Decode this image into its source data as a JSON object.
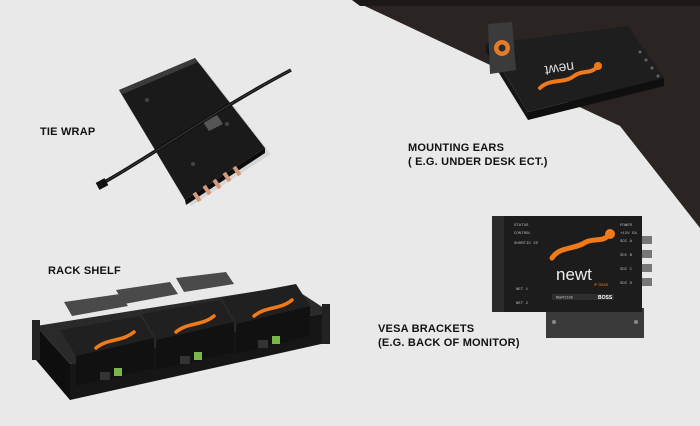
{
  "labels": {
    "tie_wrap": "TIE WRAP",
    "rack_shelf": "RACK SHELF",
    "mounting_ears_line1": "MOUNTING EARS",
    "mounting_ears_line2": "( E.G. UNDER DESK ECT.)",
    "vesa_line1": "VESA BRACKETS",
    "vesa_line2": "(E.G. BACK OF MONITOR)"
  },
  "device": {
    "brand": "newt",
    "brand_sub": "IP GEAR",
    "maker": "BOSS",
    "model": "NEWT2100",
    "port_labels_left": [
      "STATUS",
      "CONTROL",
      "SHORTIO 2S"
    ],
    "port_labels_right": [
      "POWER",
      "+12V 5A",
      "SDI A",
      "SDI B",
      "SDI C",
      "SDI D"
    ],
    "net_labels": [
      "NET 1",
      "NET 2"
    ]
  },
  "colors": {
    "background": "#e9e9e9",
    "ceiling": "#231f1e",
    "device_body": "#1c1c1c",
    "accent_orange": "#f07a1a"
  }
}
